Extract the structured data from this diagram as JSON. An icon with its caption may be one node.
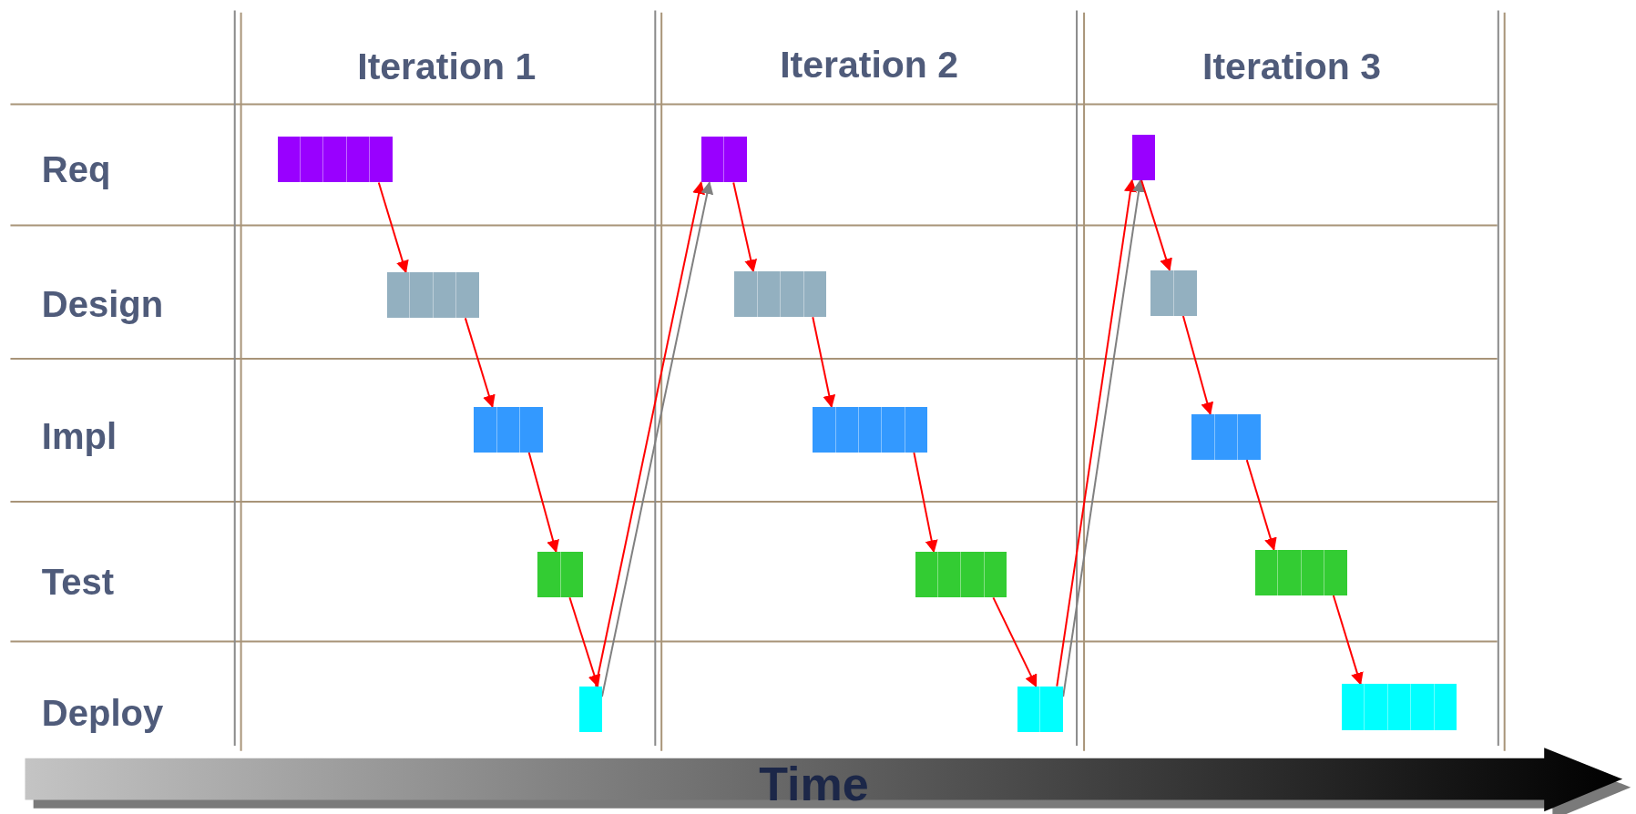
{
  "diagram": {
    "nodes": [
      {
        "text": [],
        "shape": "bar"
      },
      {
        "text": [],
        "shape": "bar"
      },
      {
        "text": [],
        "shape": "bar"
      },
      {
        "text": [],
        "shape": "bar"
      },
      {
        "text": [],
        "shape": "bar"
      },
      {
        "text": [],
        "shape": "bar"
      },
      {
        "text": [],
        "shape": "bar"
      },
      {
        "text": [],
        "shape": "bar"
      },
      {
        "text": [],
        "shape": "bar"
      },
      {
        "text": [],
        "shape": "bar"
      },
      {
        "text": [],
        "shape": "bar"
      },
      {
        "text": [],
        "shape": "bar"
      },
      {
        "text": [],
        "shape": "bar"
      },
      {
        "text": [],
        "shape": "bar"
      },
      {
        "text": [],
        "shape": "bar"
      }
    ],
    "edges": [
      {
        "from": 0,
        "to": 3,
        "arrow": "to"
      },
      {
        "from": 3,
        "to": 6,
        "arrow": "to"
      },
      {
        "from": 6,
        "to": 9,
        "arrow": "to"
      },
      {
        "from": 9,
        "to": 12,
        "arrow": "to"
      },
      {
        "from": 12,
        "to": 1,
        "arrow": "to"
      },
      {
        "from": 12,
        "to": 1,
        "arrow": "to",
        "color": "#808080"
      },
      {
        "from": 1,
        "to": 4,
        "arrow": "to"
      },
      {
        "from": 4,
        "to": 7,
        "arrow": "to"
      },
      {
        "from": 7,
        "to": 10,
        "arrow": "to"
      },
      {
        "from": 10,
        "to": 13,
        "arrow": "to"
      },
      {
        "from": 13,
        "to": 2,
        "arrow": "to"
      },
      {
        "from": 13,
        "to": 2,
        "arrow": "to",
        "color": "#808080"
      },
      {
        "from": 2,
        "to": 5,
        "arrow": "to"
      },
      {
        "from": 5,
        "to": 8,
        "arrow": "to"
      },
      {
        "from": 8,
        "to": 11,
        "arrow": "to"
      },
      {
        "from": 11,
        "to": 14,
        "arrow": "to"
      }
    ],
    "labels": [
      "Iteration 1",
      "Iteration 2",
      "Iteration 3",
      "Req",
      "Design",
      "Impl",
      "Test",
      "Deploy",
      "Time"
    ]
  }
}
